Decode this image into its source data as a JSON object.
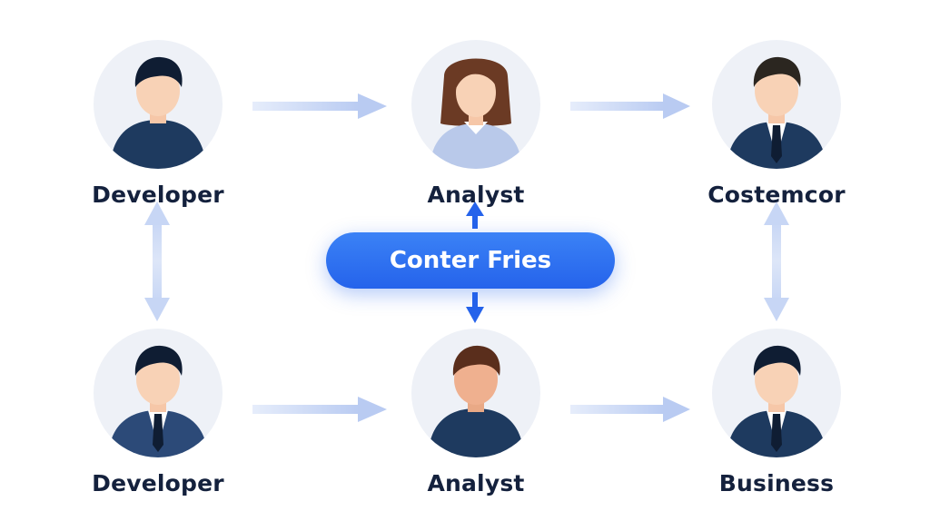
{
  "nodes": {
    "top_left": {
      "label": "Developer",
      "avatar": "person-casual-icon"
    },
    "top_center": {
      "label": "Analyst",
      "avatar": "person-female-icon"
    },
    "top_right": {
      "label": "Costemcor",
      "avatar": "person-suit-icon"
    },
    "bottom_left": {
      "label": "Developer",
      "avatar": "person-suit-icon"
    },
    "bottom_center": {
      "label": "Analyst",
      "avatar": "person-casual-icon"
    },
    "bottom_right": {
      "label": "Business",
      "avatar": "person-suit-icon"
    }
  },
  "center": {
    "label": "Conter Fries"
  },
  "colors": {
    "accent": "#2563eb",
    "arrow_light": "#c7d6f5",
    "label_text": "#14213d",
    "avatar_bg": "#eef1f7",
    "navy_clothing": "#1e3a5f"
  }
}
